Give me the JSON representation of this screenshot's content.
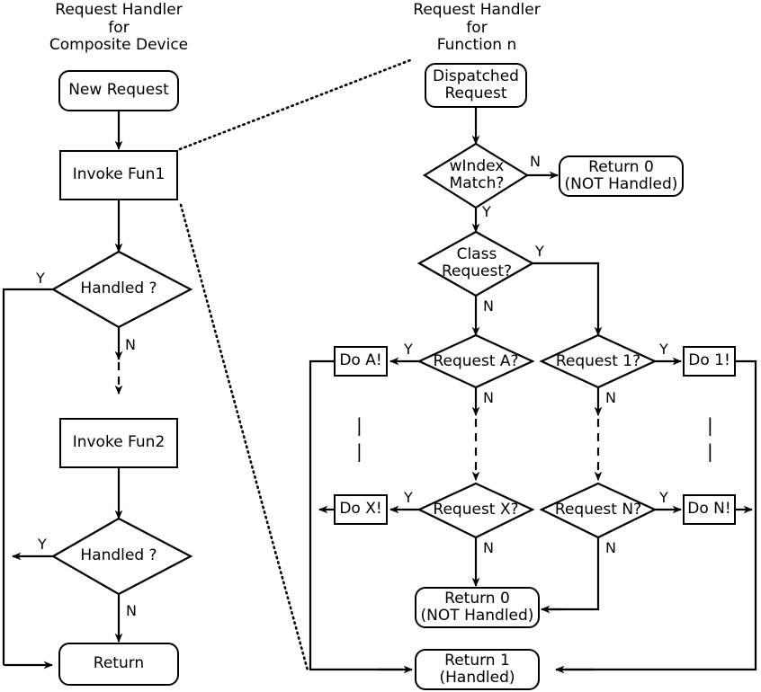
{
  "diagram": {
    "type": "flowchart",
    "title_left": "Request Handler\nfor\nComposite Device",
    "title_right": "Request Handler\nfor\nFunction n",
    "colors": {
      "stroke": "#000000",
      "fill": "#ffffff",
      "background": "#ffffff"
    }
  },
  "left_column": {
    "nodes": {
      "new_request": "New Request",
      "invoke_fun1": "Invoke Fun1",
      "handled_1": "Handled ?",
      "invoke_fun2": "Invoke Fun2",
      "handled_2": "Handled ?",
      "return": "Return"
    },
    "edge_labels": {
      "handled1_yes": "Y",
      "handled1_no": "N",
      "handled2_yes": "Y",
      "handled2_no": "N"
    }
  },
  "right_column": {
    "nodes": {
      "dispatched_request": "Dispatched\nRequest",
      "windex_match": "wIndex\nMatch?",
      "return0_top": "Return 0\n(NOT Handled)",
      "class_request": "Class\nRequest?",
      "request_a": "Request A?",
      "request_1": "Request 1?",
      "do_a": "Do A!",
      "do_1": "Do 1!",
      "request_x": "Request X?",
      "request_n": "Request N?",
      "do_x": "Do X!",
      "do_n": "Do N!",
      "return0_bottom": "Return 0\n(NOT Handled)",
      "return1": "Return 1\n(Handled)"
    },
    "edge_labels": {
      "windex_no": "N",
      "windex_yes": "Y",
      "class_yes": "Y",
      "class_no": "N",
      "request_a_yes": "Y",
      "request_a_no": "N",
      "request_1_yes": "Y",
      "request_1_no": "N",
      "request_x_yes": "Y",
      "request_x_no": "N",
      "request_n_yes": "Y",
      "request_n_no": "N"
    },
    "ellipsis_marks": {
      "left": "|",
      "right": "|"
    }
  }
}
